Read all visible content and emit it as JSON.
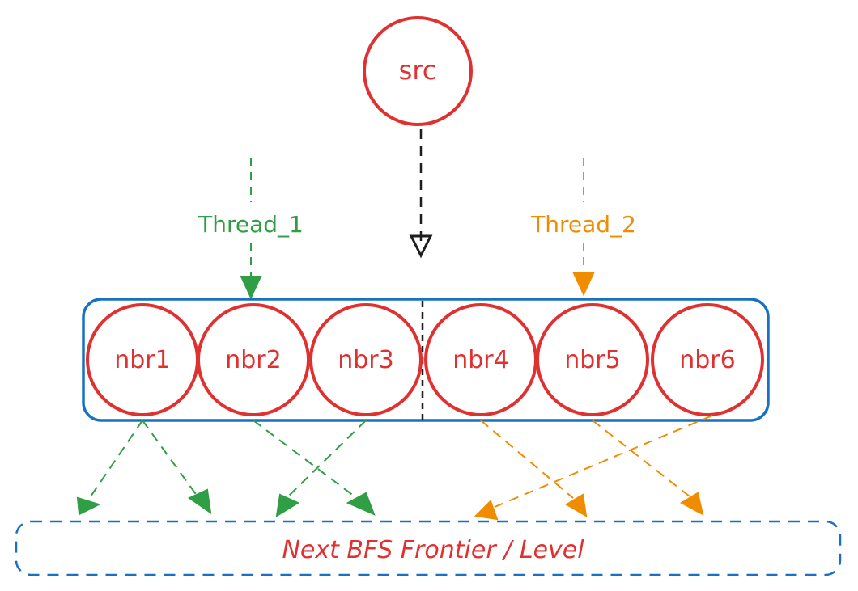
{
  "source": {
    "label": "src"
  },
  "threads": [
    {
      "label": "Thread_1",
      "color": "#2f9e44"
    },
    {
      "label": "Thread_2",
      "color": "#f08c00"
    }
  ],
  "neighbors": [
    {
      "label": "nbr1"
    },
    {
      "label": "nbr2"
    },
    {
      "label": "nbr3"
    },
    {
      "label": "nbr4"
    },
    {
      "label": "nbr5"
    },
    {
      "label": "nbr6"
    }
  ],
  "frontier": {
    "label": "Next BFS Frontier / Level"
  },
  "colors": {
    "node": "#e03131",
    "group_box": "#1971c2",
    "frontier_box": "#1971c2",
    "split_line": "#1e1e1e"
  }
}
